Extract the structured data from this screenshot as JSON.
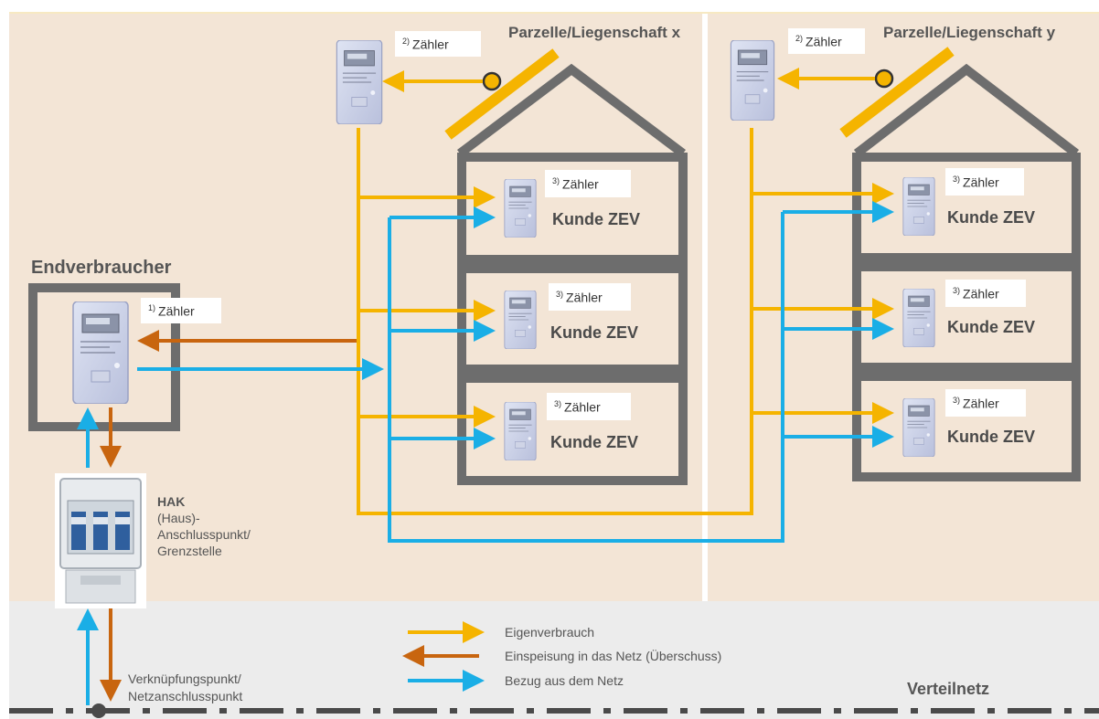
{
  "colors": {
    "background_property": "#f3e5d6",
    "background_grid": "#ececec",
    "eigenverbrauch": "#f5b400",
    "einspeisung": "#c8650f",
    "bezug": "#1aaee6",
    "house_outline": "#6d6d6d"
  },
  "meter_labels": {
    "superscript_1": "1)",
    "superscript_2": "2)",
    "superscript_3": "3)",
    "text": "Zähler"
  },
  "kunde_label": "Kunde ZEV",
  "parzelle_x": "Parzelle/Liegenschaft x",
  "parzelle_y": "Parzelle/Liegenschaft y",
  "endverbraucher": "Endverbraucher",
  "hak": {
    "title": "HAK",
    "line1": "(Haus)-",
    "line2": "Anschlusspunkt/",
    "line3": "Grenzstelle"
  },
  "legend": {
    "eigenverbrauch": "Eigenverbrauch",
    "einspeisung": "Einspeisung in das Netz (Überschuss)",
    "bezug": "Bezug aus dem Netz"
  },
  "verknuepfung": {
    "line1": "Verknüpfungspunkt/",
    "line2": "Netzanschlusspunkt"
  },
  "verteilnetz": "Verteilnetz",
  "icons": [
    "electricity-meter-icon",
    "solar-panel-icon",
    "house-icon",
    "connection-box-icon",
    "arrow-icon"
  ]
}
